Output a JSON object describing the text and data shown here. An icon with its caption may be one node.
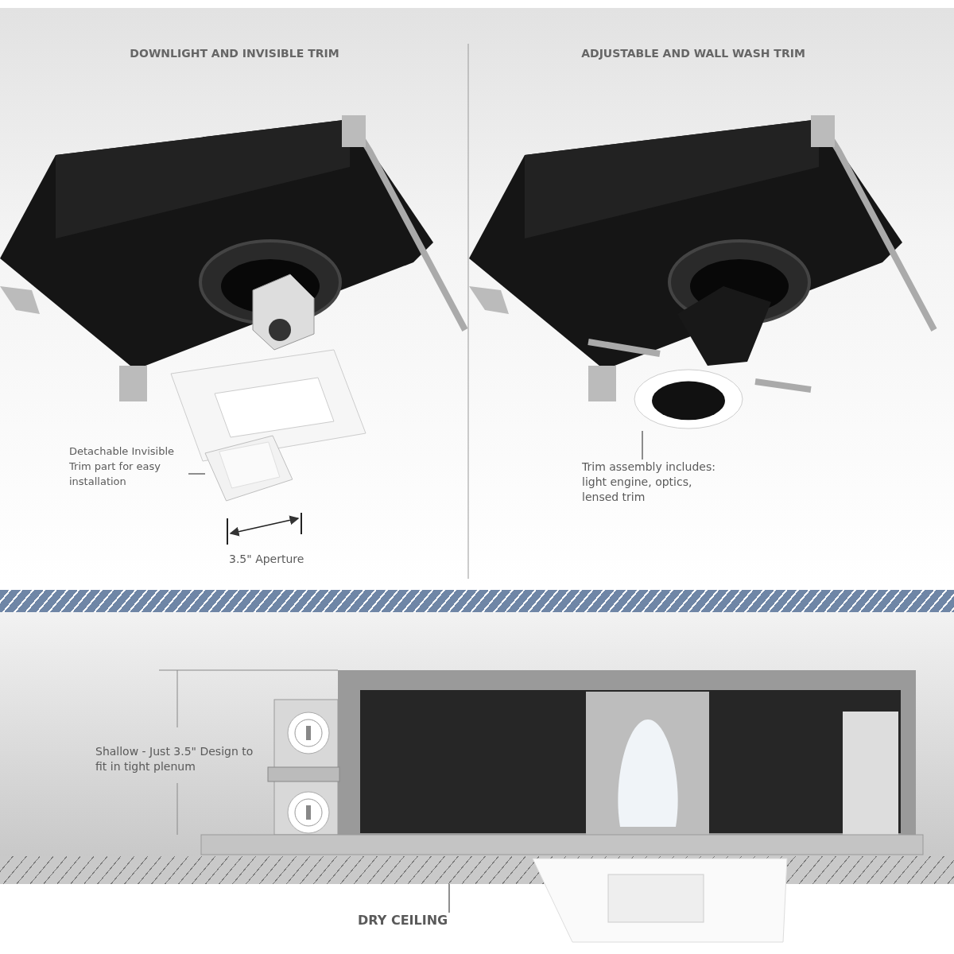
{
  "diagram": {
    "nodes": [
      {
        "text": [
          "Detachable Invisible Trim part for easy installation"
        ]
      },
      {
        "text": [],
        "shape": "picture"
      },
      {
        "text": [
          "Trim assembly includes: light engine, optics, lensed trim"
        ]
      },
      {
        "text": [],
        "shape": "picture"
      },
      {
        "text": [
          "DRY CEILING"
        ]
      },
      {
        "text": [],
        "shape": "box"
      }
    ],
    "edges": [
      {
        "from": 0,
        "to": 1,
        "arrow": "none"
      },
      {
        "from": 2,
        "to": 3,
        "arrow": "none"
      },
      {
        "from": 4,
        "to": 5,
        "arrow": "none"
      }
    ],
    "labels": [
      "DOWNLIGHT AND INVISIBLE TRIM",
      "ADJUSTABLE AND WALL WASH TRIM",
      "3.5\" Aperture",
      "Shallow - Just 3.5\" Design to fit in tight plenum"
    ]
  }
}
